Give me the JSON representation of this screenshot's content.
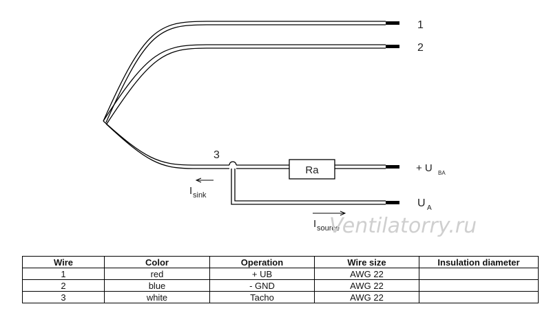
{
  "diagram": {
    "wire_labels": [
      "1",
      "2",
      "3"
    ],
    "terminal_plus": "+ U",
    "terminal_plus_sub": "BA",
    "terminal_ua": "U",
    "terminal_ua_sub": "A",
    "resistor": "Ra",
    "current_sink": "I",
    "current_sink_sub": "sink",
    "current_source": "I",
    "current_source_sub": "source",
    "watermark": "Ventilatorry.ru"
  },
  "table": {
    "headers": [
      "Wire",
      "Color",
      "Operation",
      "Wire size",
      "Insulation diameter"
    ],
    "rows": [
      [
        "1",
        "red",
        "+ UB",
        "AWG 22",
        ""
      ],
      [
        "2",
        "blue",
        "- GND",
        "AWG 22",
        ""
      ],
      [
        "3",
        "white",
        "Tacho",
        "AWG 22",
        ""
      ]
    ]
  }
}
